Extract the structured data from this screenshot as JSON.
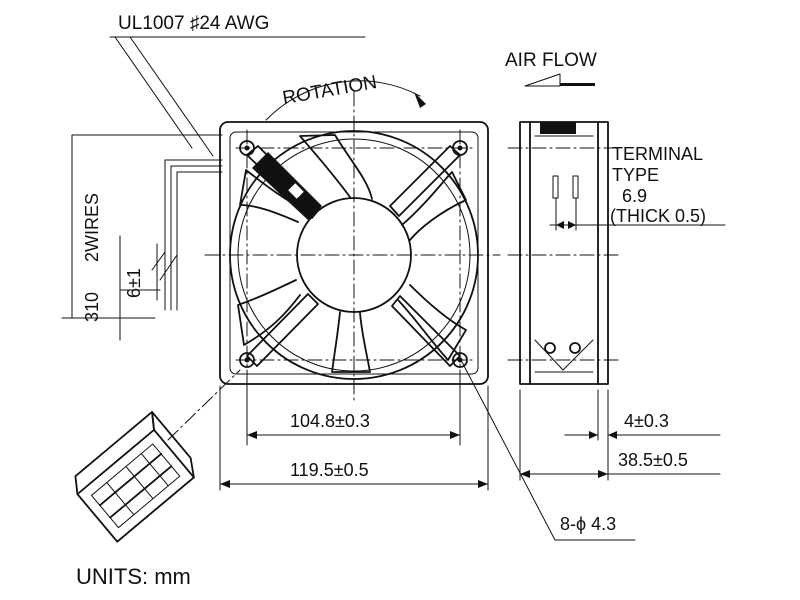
{
  "labels": {
    "wire_spec": "UL1007 ♯24 AWG",
    "rotation": "ROTATION",
    "air_flow": "AIR FLOW",
    "terminal_line1": "TERMINAL",
    "terminal_line2": "TYPE",
    "terminal_line3": "6.9",
    "terminal_line4": "(THICK 0.5)",
    "wire_length": "310",
    "wire_count": "2WIRES",
    "strip_length": "6±1",
    "hole_spacing": "104.8±0.3",
    "frame_size": "119.5±0.5",
    "flange_thickness": "4±0.3",
    "fan_depth": "38.5±0.5",
    "mount_holes": "8-ϕ 4.3",
    "units": "UNITS:  mm"
  }
}
